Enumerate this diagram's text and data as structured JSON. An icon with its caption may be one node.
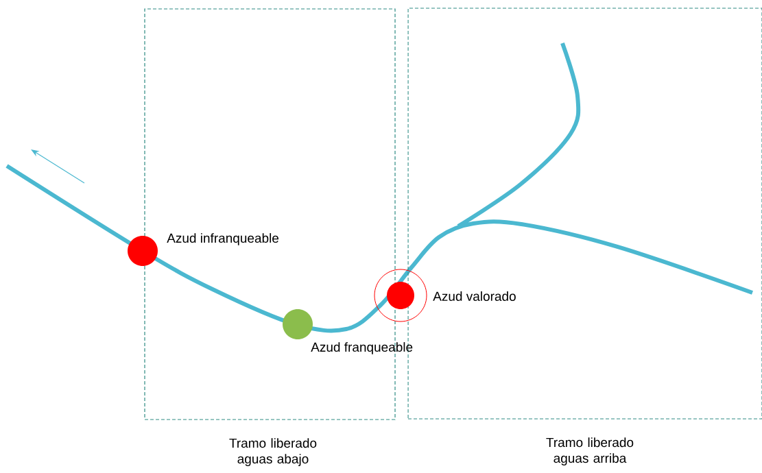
{
  "diagram": {
    "nodes": [
      {
        "text": [
          "Tramo liberado aguas abajo"
        ]
      },
      {
        "text": [
          "Tramo liberado aguas arriba"
        ]
      },
      {
        "text": [],
        "shape": "circle",
        "beside": [
          "Azud infranqueable"
        ]
      },
      {
        "text": [],
        "shape": "circle",
        "beside": [
          "Azud franqueable"
        ],
        "in": 0
      },
      {
        "text": [],
        "shape": "circle",
        "beside": [
          "Azud valorado"
        ]
      }
    ]
  }
}
